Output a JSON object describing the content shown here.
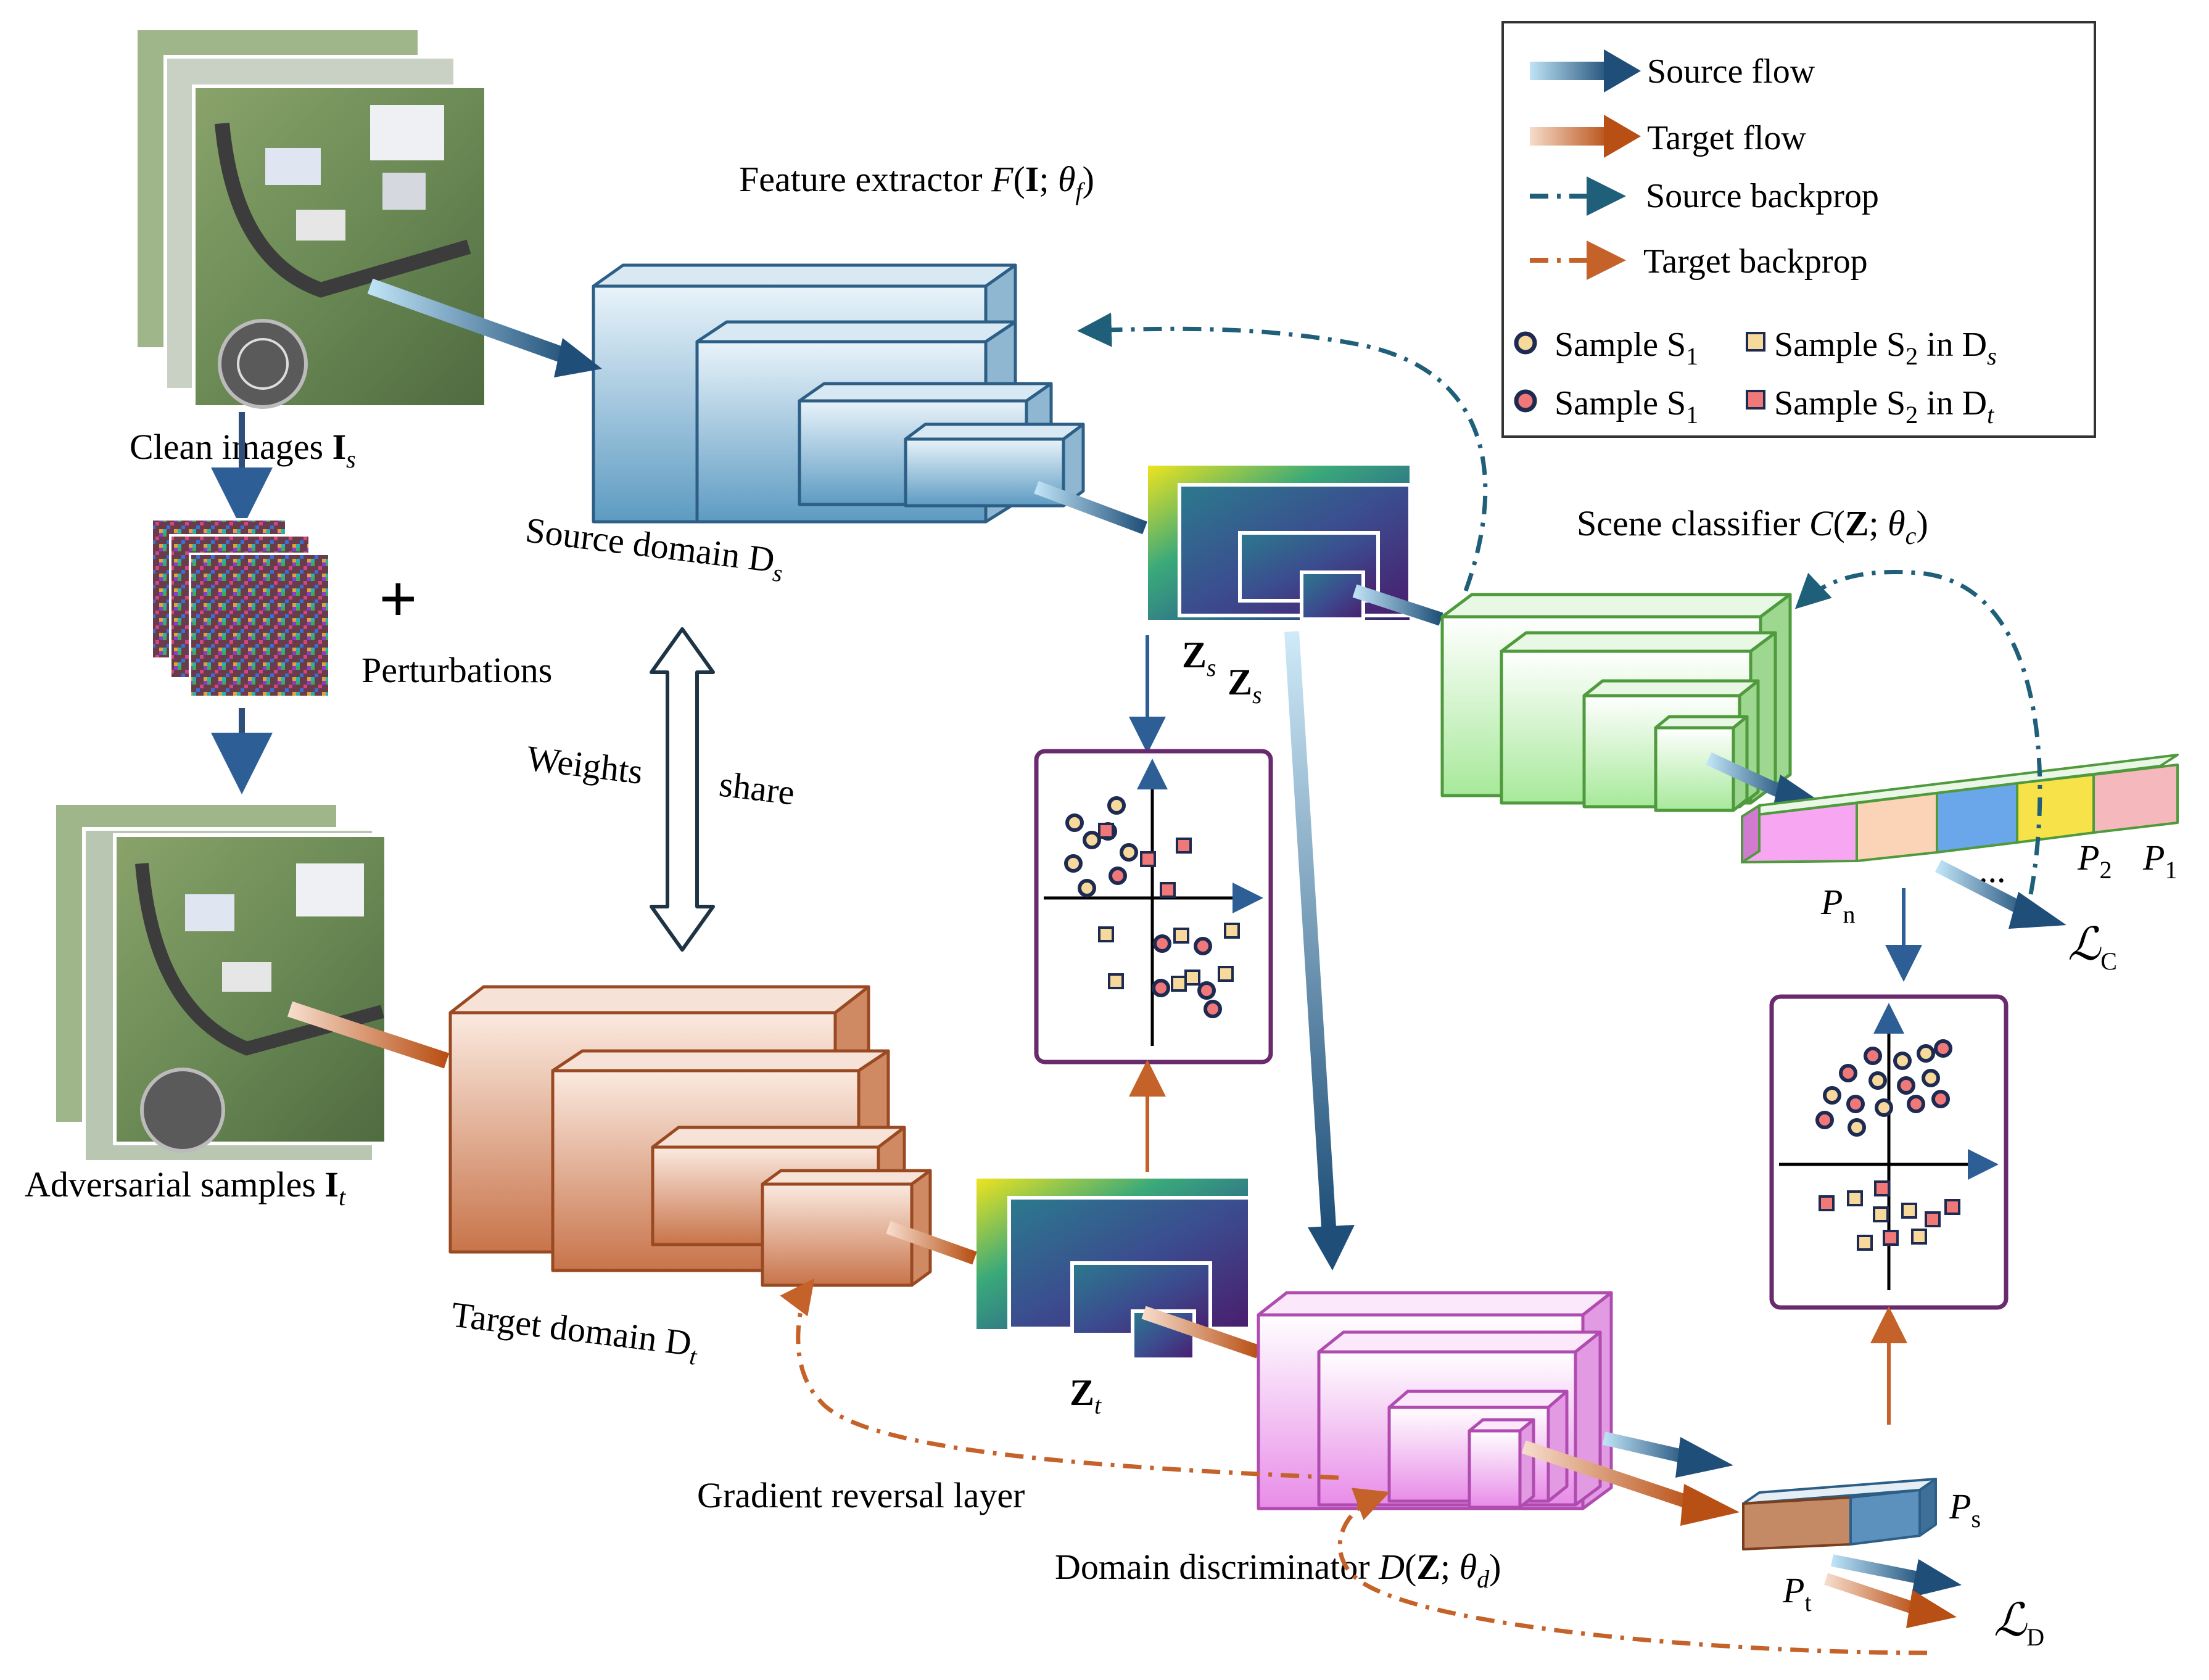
{
  "legend": {
    "source_flow": "Source flow",
    "target_flow": "Target flow",
    "source_backprop": "Source backprop",
    "target_backprop": "Target backprop",
    "sample_s1_ds": "Sample S",
    "sample_s1_ds_sub": "1",
    "sample_s2_ds": "Sample S",
    "sample_s2_ds_sub": "2",
    "sample_s2_ds_in": " in D",
    "sample_s2_ds_dsub": "s",
    "sample_s1_dt": "Sample S",
    "sample_s1_dt_sub": "1",
    "sample_s2_dt": "Sample S",
    "sample_s2_dt_sub": "2",
    "sample_s2_dt_in": " in D",
    "sample_s2_dt_dsub": "t"
  },
  "labels": {
    "clean_images": "Clean images ",
    "clean_images_sym": "I",
    "clean_images_sub": "s",
    "perturbations": "Perturbations",
    "plus": "+",
    "adversarial_samples": "Adversarial samples ",
    "adversarial_sym": "I",
    "adversarial_sub": "t",
    "feature_extractor": "Feature extractor ",
    "feature_extractor_fn": "F",
    "feature_extractor_args_open": "(",
    "feature_extractor_arg_I": "I",
    "feature_extractor_sep": "; ",
    "feature_extractor_theta": "θ",
    "feature_extractor_theta_sub": "f",
    "feature_extractor_close": ")",
    "source_domain": "Source domain D",
    "source_domain_sub": "s",
    "target_domain": "Target domain D",
    "target_domain_sub": "t",
    "weights": "Weights",
    "share": "share",
    "zs1": "Z",
    "zs1_sub": "s",
    "zs2": "Z",
    "zs2_sub": "s",
    "zt": "Z",
    "zt_sub": "t",
    "scene_classifier": "Scene classifier ",
    "scene_classifier_fn": "C",
    "scene_classifier_open": "(",
    "scene_classifier_arg": "Z",
    "scene_classifier_sep": "; ",
    "scene_classifier_theta": "θ",
    "scene_classifier_theta_sub": "c",
    "scene_classifier_close": ")",
    "p_n": "P",
    "p_n_sub": "n",
    "p_2": "P",
    "p_2_sub": "2",
    "p_1": "P",
    "p_1_sub": "1",
    "ellipsis": "...",
    "loss_c": "ℒ",
    "loss_c_sub": "C",
    "gradient_reversal": "Gradient reversal layer",
    "domain_discriminator": "Domain discriminator ",
    "domain_discriminator_fn": "D",
    "domain_discriminator_open": "(",
    "domain_discriminator_arg": "Z",
    "domain_discriminator_sep": "; ",
    "domain_discriminator_theta": "θ",
    "domain_discriminator_theta_sub": "d",
    "domain_discriminator_close": ")",
    "p_s": "P",
    "p_s_sub": "s",
    "p_t": "P",
    "p_t_sub": "t",
    "loss_d": "ℒ",
    "loss_d_sub": "D"
  },
  "colors": {
    "source": "#2d5f86",
    "target": "#c4622a",
    "frame_purple": "#6a2a6e",
    "classifier_green": "#4e9a3c",
    "discriminator_magenta": "#c254c2"
  }
}
